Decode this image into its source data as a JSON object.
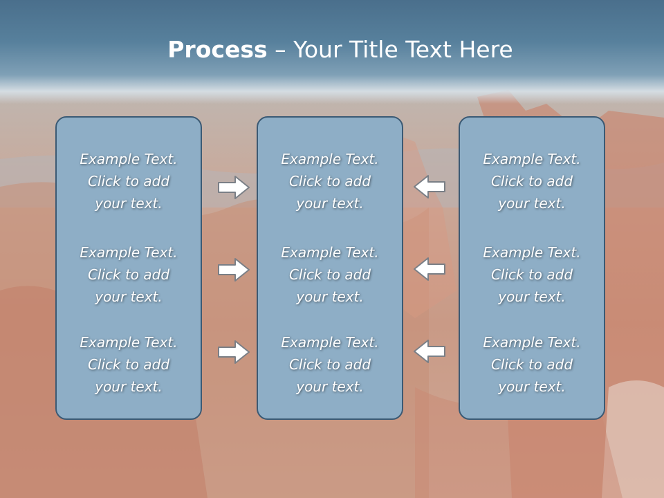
{
  "title": {
    "bold": "Process",
    "rest": " – Your Title Text Here"
  },
  "columns": [
    {
      "items": [
        {
          "lines": [
            "Example Text.",
            "Click  to add",
            "your text."
          ]
        },
        {
          "lines": [
            "Example Text.",
            "Click  to add",
            "your text."
          ]
        },
        {
          "lines": [
            "Example Text.",
            "Click  to add",
            "your text."
          ]
        }
      ]
    },
    {
      "items": [
        {
          "lines": [
            "Example Text.",
            "Click  to add",
            "your text."
          ]
        },
        {
          "lines": [
            "Example Text.",
            "Click  to add",
            "your text."
          ]
        },
        {
          "lines": [
            "Example Text.",
            "Click  to add",
            "your text."
          ]
        }
      ]
    },
    {
      "items": [
        {
          "lines": [
            "Example Text.",
            "Click  to add",
            "your text."
          ]
        },
        {
          "lines": [
            "Example Text.",
            "Click  to add",
            "your text."
          ]
        },
        {
          "lines": [
            "Example Text.",
            "Click  to add",
            "your text."
          ]
        }
      ]
    }
  ],
  "arrows": {
    "left_side": [
      "right-arrow-icon",
      "right-arrow-icon",
      "right-arrow-icon"
    ],
    "right_side": [
      "left-arrow-icon",
      "left-arrow-icon",
      "left-arrow-icon"
    ]
  },
  "colors": {
    "header": "#4f7a98",
    "box_fill": "#8eaec6",
    "box_border": "#3b5a74",
    "text": "#ffffff"
  }
}
